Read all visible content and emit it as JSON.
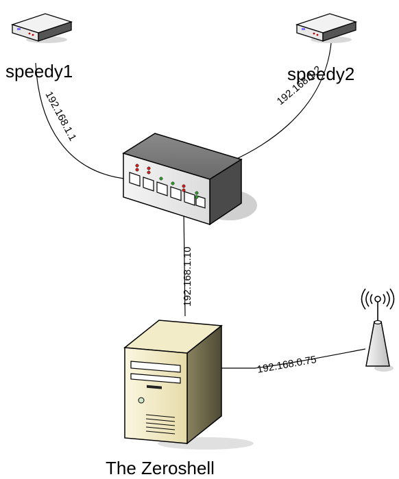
{
  "nodes": {
    "speedy1": {
      "label": "speedy1",
      "icon": "modem-icon"
    },
    "speedy2": {
      "label": "speedy2",
      "icon": "modem-icon"
    },
    "switch": {
      "icon": "network-switch-icon"
    },
    "server": {
      "label": "The Zeroshell",
      "icon": "server-tower-icon"
    },
    "access_point": {
      "icon": "wireless-access-point-icon"
    }
  },
  "links": {
    "speedy1_switch": "192.168.1.1",
    "speedy2_switch": "192.168.1.2",
    "switch_server": "192.168.1.10",
    "server_access_point": "192.168.0.75"
  }
}
